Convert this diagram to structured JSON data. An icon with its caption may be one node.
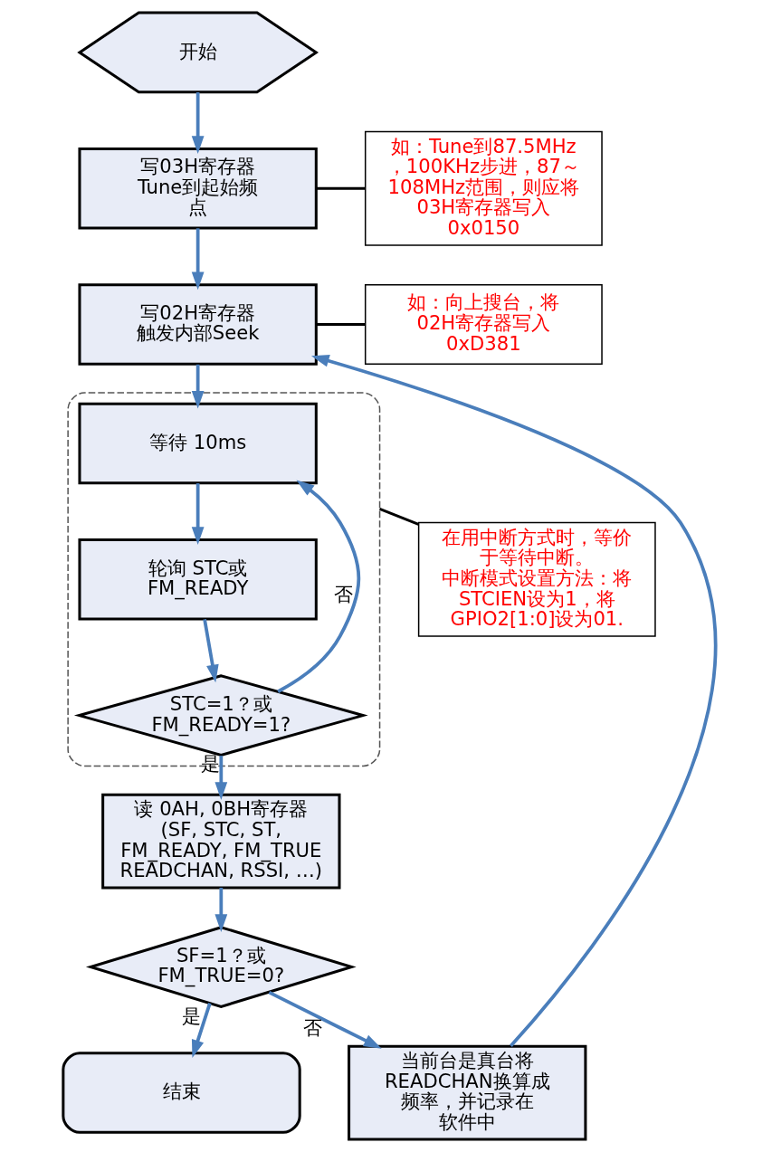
{
  "diagram": {
    "nodes": [
      {
        "text": [
          "开始"
        ]
      },
      {
        "text": [
          "写03H寄存器Tune到起始频点"
        ]
      },
      {
        "text": [
          "写02H寄存器触发内部Seek"
        ]
      },
      {
        "text": [],
        "shape": "ellipse"
      },
      {
        "text": [
          "等待 10ms"
        ],
        "in": 3
      },
      {
        "text": [
          "轮询 STC或FM_READY"
        ],
        "in": 3
      },
      {
        "text": [
          "STC=1？或FM_READY=1?"
        ],
        "in": 3
      },
      {
        "text": [
          "读 0AH, 0BH寄存器(SF, STC, ST, FM_READY, FM_TRUE READCHAN, RSSI, …)"
        ]
      },
      {
        "text": [
          "SF=1？或FM_TRUE=0?"
        ]
      },
      {
        "text": [
          "结束"
        ]
      },
      {
        "text": [
          "当前台是真台将READCHAN换算成频率，并记录在软件中"
        ]
      },
      {
        "text": [
          "如：Tune到87.5MHz，100KHz步进，87～108MHz范围，则应将03H寄存器写入0x0150"
        ]
      },
      {
        "text": [
          "如：向上搜台，将02H寄存器写入0xD381"
        ]
      },
      {
        "text": [
          "在用中断方式时，等价于等待中断。",
          "中断模式设置方法：将STCIEN设为1，将GPIO2[1:0]设为01."
        ]
      }
    ],
    "edges": [
      {
        "from": 0,
        "to": 1,
        "arrow": "to"
      },
      {
        "from": 1,
        "to": 2,
        "arrow": "to"
      },
      {
        "from": 2,
        "to": 4,
        "arrow": "to"
      },
      {
        "from": 4,
        "to": 5,
        "arrow": "to"
      },
      {
        "from": 5,
        "to": 6,
        "arrow": "to"
      },
      {
        "from": 6,
        "to": 7,
        "label": "是",
        "arrow": "to"
      },
      {
        "from": 6,
        "to": 4,
        "label": "否",
        "arrow": "to"
      },
      {
        "from": 7,
        "to": 8,
        "arrow": "to"
      },
      {
        "from": 8,
        "to": 9,
        "label": "是",
        "arrow": "to"
      },
      {
        "from": 8,
        "to": 10,
        "label": "否",
        "arrow": "to"
      },
      {
        "from": 10,
        "to": 2,
        "arrow": "to"
      },
      {
        "from": 11,
        "to": 1,
        "arrow": "none",
        "color": "#000000"
      },
      {
        "from": 12,
        "to": 2,
        "arrow": "none",
        "color": "#000000"
      },
      {
        "from": 13,
        "to": 3,
        "arrow": "none",
        "color": "#000000"
      }
    ]
  }
}
